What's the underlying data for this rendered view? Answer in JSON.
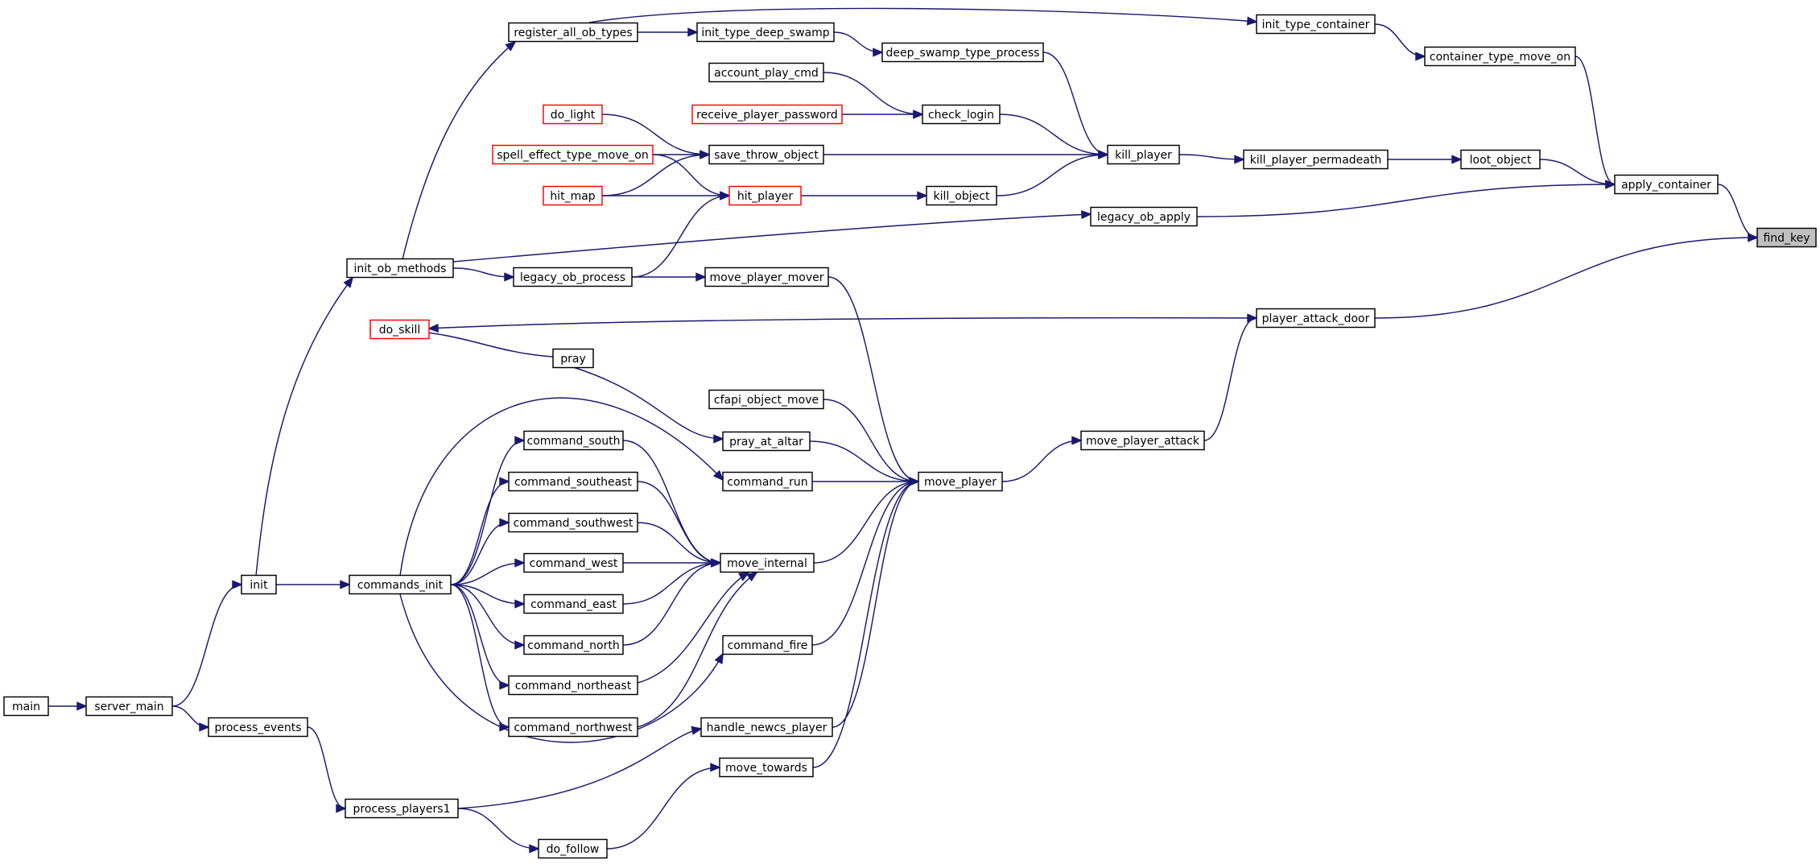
{
  "colors": {
    "edge": "#191970",
    "node_border": "#000000",
    "node_fill": "#ffffff",
    "truncated_border": "#ff0000",
    "focus_fill": "#bfbfbf",
    "background": "#ffffff"
  },
  "nodes": [
    {
      "id": "find_key",
      "label": "find_key",
      "style": "focus"
    },
    {
      "id": "apply_container",
      "label": "apply_container",
      "style": "normal"
    },
    {
      "id": "player_attack_door",
      "label": "player_attack_door",
      "style": "normal"
    },
    {
      "id": "container_type_move_on",
      "label": "container_type_move_on",
      "style": "normal"
    },
    {
      "id": "loot_object",
      "label": "loot_object",
      "style": "normal"
    },
    {
      "id": "legacy_ob_apply",
      "label": "legacy_ob_apply",
      "style": "normal"
    },
    {
      "id": "init_type_container",
      "label": "init_type_container",
      "style": "normal"
    },
    {
      "id": "kill_player_permadeath",
      "label": "kill_player_permadeath",
      "style": "normal"
    },
    {
      "id": "register_all_ob_types",
      "label": "register_all_ob_types",
      "style": "normal"
    },
    {
      "id": "init_type_deep_swamp",
      "label": "init_type_deep_swamp",
      "style": "normal"
    },
    {
      "id": "deep_swamp_type_process",
      "label": "deep_swamp_type_process",
      "style": "normal"
    },
    {
      "id": "account_play_cmd",
      "label": "account_play_cmd",
      "style": "normal"
    },
    {
      "id": "check_login",
      "label": "check_login",
      "style": "normal"
    },
    {
      "id": "receive_player_password",
      "label": "receive_player_password",
      "style": "truncated"
    },
    {
      "id": "do_light",
      "label": "do_light",
      "style": "truncated"
    },
    {
      "id": "save_throw_object",
      "label": "save_throw_object",
      "style": "normal"
    },
    {
      "id": "spell_effect_type_move_on",
      "label": "spell_effect_type_move_on",
      "style": "truncated"
    },
    {
      "id": "kill_player",
      "label": "kill_player",
      "style": "normal"
    },
    {
      "id": "hit_map",
      "label": "hit_map",
      "style": "truncated"
    },
    {
      "id": "hit_player",
      "label": "hit_player",
      "style": "truncated"
    },
    {
      "id": "kill_object",
      "label": "kill_object",
      "style": "normal"
    },
    {
      "id": "init_ob_methods",
      "label": "init_ob_methods",
      "style": "normal"
    },
    {
      "id": "legacy_ob_process",
      "label": "legacy_ob_process",
      "style": "normal"
    },
    {
      "id": "move_player_mover",
      "label": "move_player_mover",
      "style": "normal"
    },
    {
      "id": "do_skill",
      "label": "do_skill",
      "style": "truncated"
    },
    {
      "id": "pray",
      "label": "pray",
      "style": "normal"
    },
    {
      "id": "cfapi_object_move",
      "label": "cfapi_object_move",
      "style": "normal"
    },
    {
      "id": "pray_at_altar",
      "label": "pray_at_altar",
      "style": "normal"
    },
    {
      "id": "command_run",
      "label": "command_run",
      "style": "normal"
    },
    {
      "id": "move_player",
      "label": "move_player",
      "style": "normal"
    },
    {
      "id": "move_player_attack",
      "label": "move_player_attack",
      "style": "normal"
    },
    {
      "id": "command_south",
      "label": "command_south",
      "style": "normal"
    },
    {
      "id": "command_southeast",
      "label": "command_southeast",
      "style": "normal"
    },
    {
      "id": "command_southwest",
      "label": "command_southwest",
      "style": "normal"
    },
    {
      "id": "command_west",
      "label": "command_west",
      "style": "normal"
    },
    {
      "id": "move_internal",
      "label": "move_internal",
      "style": "normal"
    },
    {
      "id": "init",
      "label": "init",
      "style": "normal"
    },
    {
      "id": "commands_init",
      "label": "commands_init",
      "style": "normal"
    },
    {
      "id": "command_east",
      "label": "command_east",
      "style": "normal"
    },
    {
      "id": "command_north",
      "label": "command_north",
      "style": "normal"
    },
    {
      "id": "command_fire",
      "label": "command_fire",
      "style": "normal"
    },
    {
      "id": "command_northeast",
      "label": "command_northeast",
      "style": "normal"
    },
    {
      "id": "main",
      "label": "main",
      "style": "normal"
    },
    {
      "id": "server_main",
      "label": "server_main",
      "style": "normal"
    },
    {
      "id": "process_events",
      "label": "process_events",
      "style": "normal"
    },
    {
      "id": "command_northwest",
      "label": "command_northwest",
      "style": "normal"
    },
    {
      "id": "handle_newcs_player",
      "label": "handle_newcs_player",
      "style": "normal"
    },
    {
      "id": "move_towards",
      "label": "move_towards",
      "style": "normal"
    },
    {
      "id": "process_players1",
      "label": "process_players1",
      "style": "normal"
    },
    {
      "id": "do_follow",
      "label": "do_follow",
      "style": "normal"
    }
  ],
  "edges": [
    {
      "from": "apply_container",
      "to": "find_key"
    },
    {
      "from": "player_attack_door",
      "to": "find_key"
    },
    {
      "from": "container_type_move_on",
      "to": "apply_container"
    },
    {
      "from": "loot_object",
      "to": "apply_container"
    },
    {
      "from": "legacy_ob_apply",
      "to": "apply_container"
    },
    {
      "from": "init_type_container",
      "to": "container_type_move_on"
    },
    {
      "from": "kill_player_permadeath",
      "to": "loot_object"
    },
    {
      "from": "register_all_ob_types",
      "to": "init_type_container"
    },
    {
      "from": "register_all_ob_types",
      "to": "init_type_deep_swamp"
    },
    {
      "from": "init_type_deep_swamp",
      "to": "deep_swamp_type_process"
    },
    {
      "from": "deep_swamp_type_process",
      "to": "kill_player"
    },
    {
      "from": "account_play_cmd",
      "to": "check_login"
    },
    {
      "from": "receive_player_password",
      "to": "check_login"
    },
    {
      "from": "check_login",
      "to": "kill_player"
    },
    {
      "from": "do_light",
      "to": "save_throw_object"
    },
    {
      "from": "spell_effect_type_move_on",
      "to": "save_throw_object"
    },
    {
      "from": "hit_map",
      "to": "save_throw_object"
    },
    {
      "from": "save_throw_object",
      "to": "kill_player"
    },
    {
      "from": "kill_player",
      "to": "kill_player_permadeath"
    },
    {
      "from": "spell_effect_type_move_on",
      "to": "hit_player"
    },
    {
      "from": "hit_map",
      "to": "hit_player"
    },
    {
      "from": "hit_player",
      "to": "kill_object"
    },
    {
      "from": "kill_object",
      "to": "kill_player"
    },
    {
      "from": "legacy_ob_process",
      "to": "hit_player"
    },
    {
      "from": "init_ob_methods",
      "to": "register_all_ob_types"
    },
    {
      "from": "init_ob_methods",
      "to": "legacy_ob_apply"
    },
    {
      "from": "init_ob_methods",
      "to": "legacy_ob_process"
    },
    {
      "from": "legacy_ob_process",
      "to": "move_player_mover"
    },
    {
      "from": "move_player_mover",
      "to": "move_player"
    },
    {
      "from": "player_attack_door",
      "to": "do_skill"
    },
    {
      "from": "move_player_attack",
      "to": "player_attack_door"
    },
    {
      "from": "move_player",
      "to": "move_player_attack"
    },
    {
      "from": "pray",
      "to": "do_skill"
    },
    {
      "from": "pray",
      "to": "pray_at_altar"
    },
    {
      "from": "cfapi_object_move",
      "to": "move_player"
    },
    {
      "from": "pray_at_altar",
      "to": "move_player"
    },
    {
      "from": "command_run",
      "to": "move_player"
    },
    {
      "from": "move_internal",
      "to": "move_player"
    },
    {
      "from": "command_fire",
      "to": "move_player"
    },
    {
      "from": "handle_newcs_player",
      "to": "move_player"
    },
    {
      "from": "move_towards",
      "to": "move_player"
    },
    {
      "from": "command_south",
      "to": "move_internal"
    },
    {
      "from": "command_southeast",
      "to": "move_internal"
    },
    {
      "from": "command_southwest",
      "to": "move_internal"
    },
    {
      "from": "command_west",
      "to": "move_internal"
    },
    {
      "from": "command_east",
      "to": "move_internal"
    },
    {
      "from": "command_north",
      "to": "move_internal"
    },
    {
      "from": "command_northeast",
      "to": "move_internal"
    },
    {
      "from": "command_northwest",
      "to": "move_internal"
    },
    {
      "from": "commands_init",
      "to": "command_south"
    },
    {
      "from": "commands_init",
      "to": "command_southeast"
    },
    {
      "from": "commands_init",
      "to": "command_southwest"
    },
    {
      "from": "commands_init",
      "to": "command_west"
    },
    {
      "from": "commands_init",
      "to": "command_east"
    },
    {
      "from": "commands_init",
      "to": "command_north"
    },
    {
      "from": "commands_init",
      "to": "command_northeast"
    },
    {
      "from": "commands_init",
      "to": "command_northwest"
    },
    {
      "from": "commands_init",
      "to": "command_run"
    },
    {
      "from": "commands_init",
      "to": "command_fire"
    },
    {
      "from": "init",
      "to": "commands_init"
    },
    {
      "from": "init",
      "to": "init_ob_methods"
    },
    {
      "from": "server_main",
      "to": "init"
    },
    {
      "from": "main",
      "to": "server_main"
    },
    {
      "from": "server_main",
      "to": "process_events"
    },
    {
      "from": "process_events",
      "to": "process_players1"
    },
    {
      "from": "process_players1",
      "to": "handle_newcs_player"
    },
    {
      "from": "process_players1",
      "to": "do_follow"
    },
    {
      "from": "do_follow",
      "to": "move_towards"
    }
  ]
}
